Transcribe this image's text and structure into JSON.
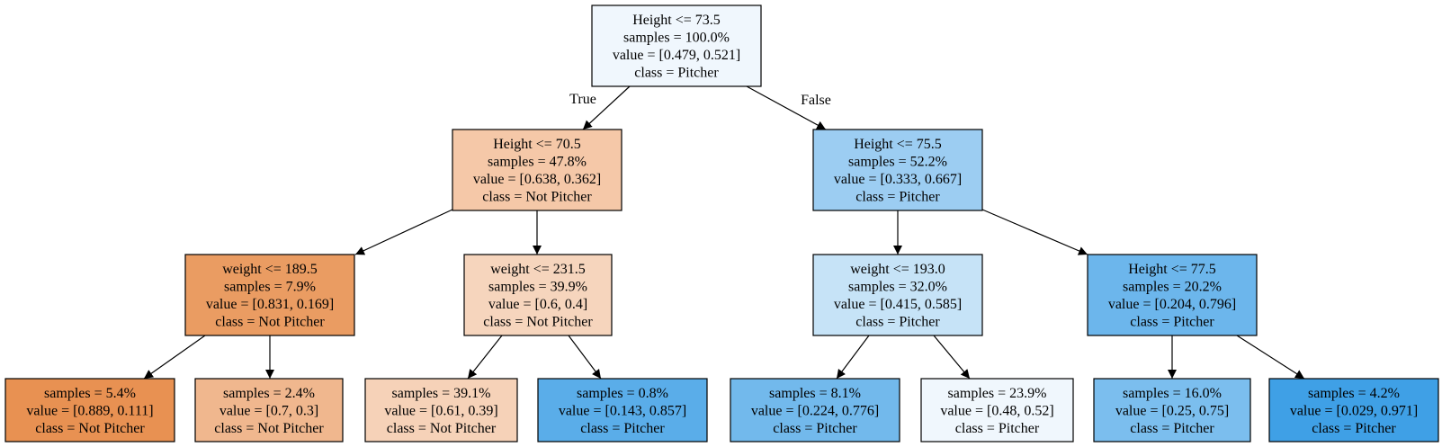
{
  "tree": {
    "nodes": [
      {
        "id": "root",
        "lines": [
          "Height <= 73.5",
          "samples = 100.0%",
          "value = [0.479, 0.521]",
          "class = Pitcher"
        ],
        "fill": "#f0f7fd"
      },
      {
        "id": "L",
        "lines": [
          "Height <= 70.5",
          "samples = 47.8%",
          "value = [0.638, 0.362]",
          "class = Not Pitcher"
        ],
        "fill": "#f5c8a8"
      },
      {
        "id": "R",
        "lines": [
          "Height <= 75.5",
          "samples = 52.2%",
          "value = [0.333, 0.667]",
          "class = Pitcher"
        ],
        "fill": "#9ccdf2"
      },
      {
        "id": "LL",
        "lines": [
          "weight <= 189.5",
          "samples = 7.9%",
          "value = [0.831, 0.169]",
          "class = Not Pitcher"
        ],
        "fill": "#ea9c62"
      },
      {
        "id": "LR",
        "lines": [
          "weight <= 231.5",
          "samples = 39.9%",
          "value = [0.6, 0.4]",
          "class = Not Pitcher"
        ],
        "fill": "#f6d5bd"
      },
      {
        "id": "RL",
        "lines": [
          "weight <= 193.0",
          "samples = 32.0%",
          "value = [0.415, 0.585]",
          "class = Pitcher"
        ],
        "fill": "#c6e3f7"
      },
      {
        "id": "RR",
        "lines": [
          "Height <= 77.5",
          "samples = 20.2%",
          "value = [0.204, 0.796]",
          "class = Pitcher"
        ],
        "fill": "#6cb6ec"
      },
      {
        "id": "LLL",
        "lines": [
          "samples = 5.4%",
          "value = [0.889, 0.111]",
          "class = Not Pitcher"
        ],
        "fill": "#e89152"
      },
      {
        "id": "LLR",
        "lines": [
          "samples = 2.4%",
          "value = [0.7, 0.3]",
          "class = Not Pitcher"
        ],
        "fill": "#f0b78e"
      },
      {
        "id": "LRL",
        "lines": [
          "samples = 39.1%",
          "value = [0.61, 0.39]",
          "class = Not Pitcher"
        ],
        "fill": "#f6d2b8"
      },
      {
        "id": "LRR",
        "lines": [
          "samples = 0.8%",
          "value = [0.143, 0.857]",
          "class = Pitcher"
        ],
        "fill": "#5aade9"
      },
      {
        "id": "RLL",
        "lines": [
          "samples = 8.1%",
          "value = [0.224, 0.776]",
          "class = Pitcher"
        ],
        "fill": "#72b9ec"
      },
      {
        "id": "RLR",
        "lines": [
          "samples = 23.9%",
          "value = [0.48, 0.52]",
          "class = Pitcher"
        ],
        "fill": "#f0f7fd"
      },
      {
        "id": "RRL",
        "lines": [
          "samples = 16.0%",
          "value = [0.25, 0.75]",
          "class = Pitcher"
        ],
        "fill": "#7bbeee"
      },
      {
        "id": "RRR",
        "lines": [
          "samples = 4.2%",
          "value = [0.029, 0.971]",
          "class = Pitcher"
        ],
        "fill": "#3fa0e6"
      }
    ],
    "edges": [
      {
        "from": "root",
        "to": "L",
        "label": "True"
      },
      {
        "from": "root",
        "to": "R",
        "label": "False"
      },
      {
        "from": "L",
        "to": "LL",
        "label": ""
      },
      {
        "from": "L",
        "to": "LR",
        "label": ""
      },
      {
        "from": "R",
        "to": "RL",
        "label": ""
      },
      {
        "from": "R",
        "to": "RR",
        "label": ""
      },
      {
        "from": "LL",
        "to": "LLL",
        "label": ""
      },
      {
        "from": "LL",
        "to": "LLR",
        "label": ""
      },
      {
        "from": "LR",
        "to": "LRL",
        "label": ""
      },
      {
        "from": "LR",
        "to": "LRR",
        "label": ""
      },
      {
        "from": "RL",
        "to": "RLL",
        "label": ""
      },
      {
        "from": "RL",
        "to": "RLR",
        "label": ""
      },
      {
        "from": "RR",
        "to": "RRL",
        "label": ""
      },
      {
        "from": "RR",
        "to": "RRR",
        "label": ""
      }
    ]
  }
}
